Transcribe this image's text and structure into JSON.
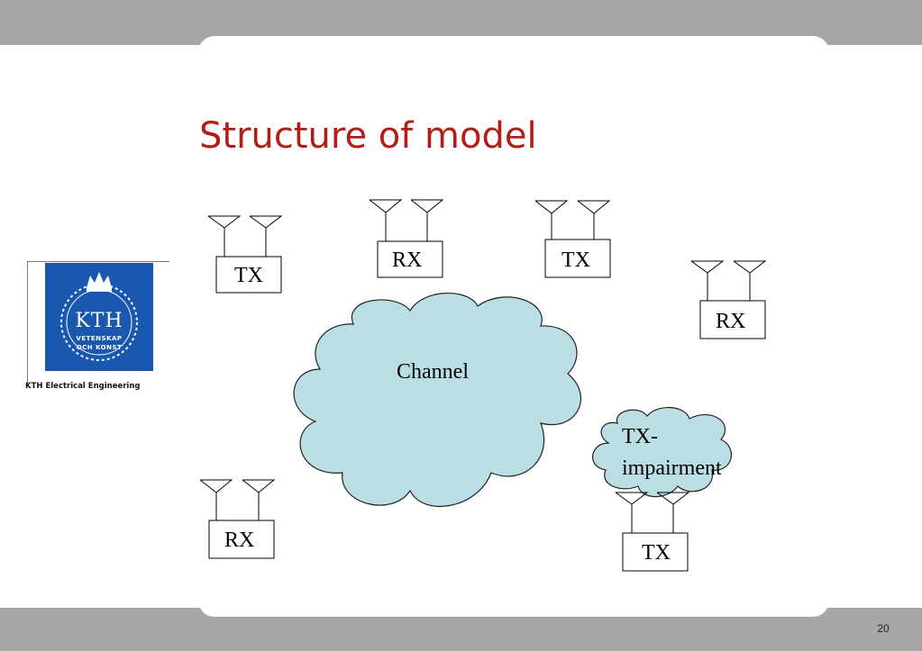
{
  "slide": {
    "title": "Structure of model",
    "page_number": "20"
  },
  "logo": {
    "emblem_text": "KTH",
    "emblem_line1": "VETENSKAP",
    "emblem_line2": "OCH KONST",
    "caption": "KTH Electrical Engineering",
    "color": "#1a58b0"
  },
  "diagram": {
    "cloud_label": "Channel",
    "impairment_label_line1": "TX-",
    "impairment_label_line2": "impairment",
    "cloud_fill": "#b9dfe4",
    "nodes": [
      {
        "label": "TX"
      },
      {
        "label": "RX"
      },
      {
        "label": "TX"
      },
      {
        "label": "RX"
      },
      {
        "label": "RX"
      },
      {
        "label": "TX"
      }
    ]
  },
  "colors": {
    "title": "#b21e16",
    "band": "#a9a6aa"
  }
}
